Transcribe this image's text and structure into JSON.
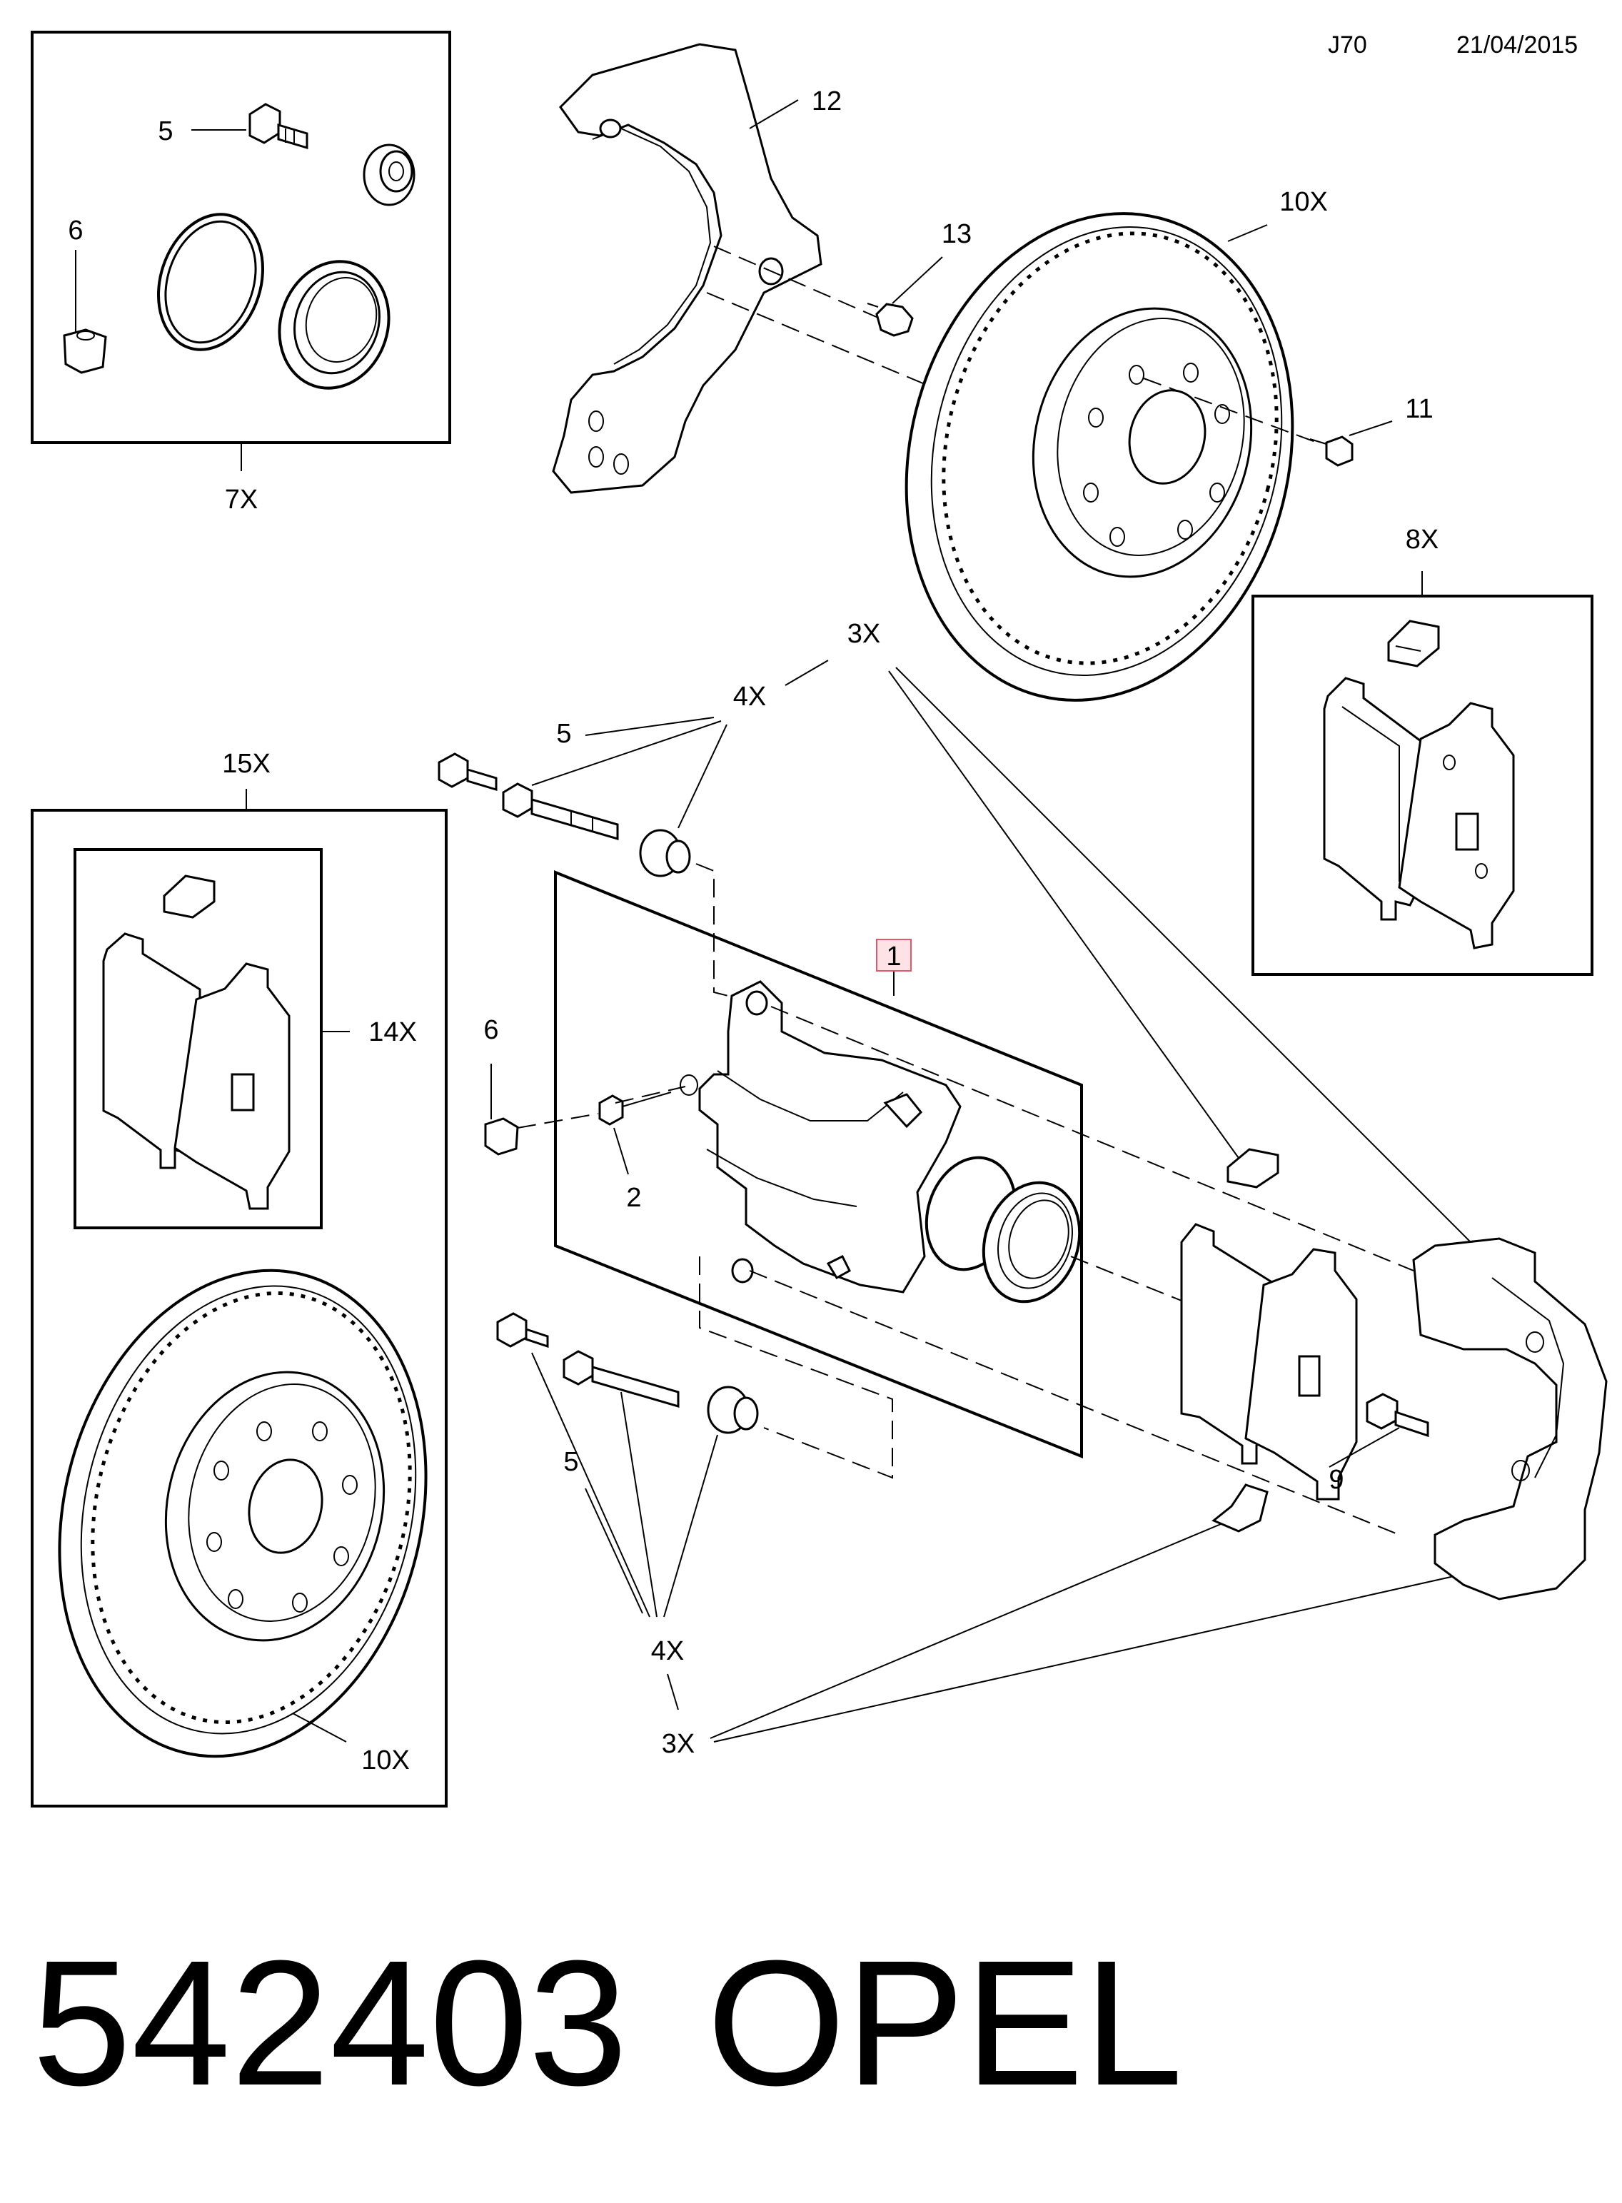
{
  "header": {
    "code": "J70",
    "date": "21/04/2015"
  },
  "footer": {
    "part_number": "542403",
    "brand": "OPEL"
  },
  "callouts": {
    "kit_7x": "7X",
    "kit_8x": "8X",
    "kit_15x": "15X",
    "kit_14x": "14X",
    "disc_10x_top": "10X",
    "disc_10x_bottom": "10X",
    "item_1": "1",
    "item_2": "2",
    "item_5_kit": "5",
    "item_6_kit": "6",
    "item_5_upper": "5",
    "item_5_lower": "5",
    "item_6": "6",
    "item_9": "9",
    "item_11": "11",
    "item_12": "12",
    "item_13": "13",
    "qty_3x_upper": "3X",
    "qty_3x_lower": "3X",
    "qty_4x_upper": "4X",
    "qty_4x_lower": "4X"
  },
  "colors": {
    "line": "#000000",
    "highlight_fill": "#fde2e6",
    "highlight_stroke": "#e2596d",
    "background": "#ffffff"
  }
}
